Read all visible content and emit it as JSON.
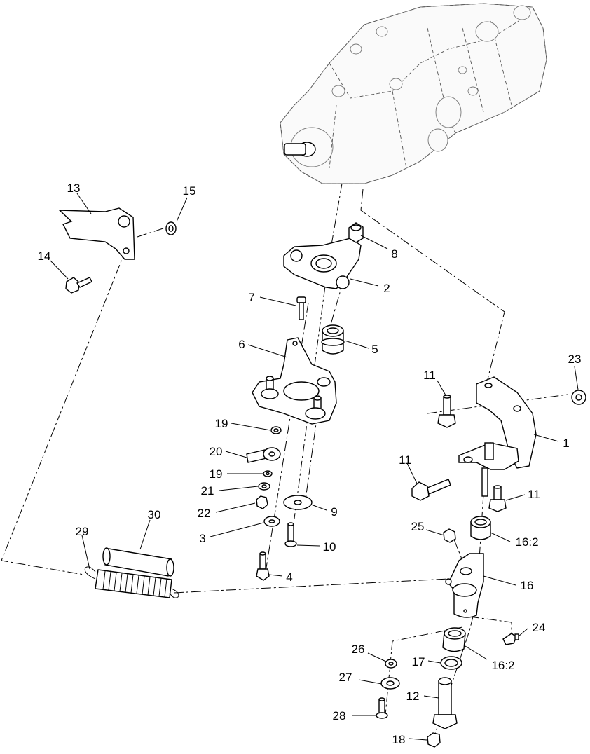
{
  "callouts": [
    {
      "id": "c13",
      "label": "13"
    },
    {
      "id": "c15",
      "label": "15"
    },
    {
      "id": "c14",
      "label": "14"
    },
    {
      "id": "c8",
      "label": "8"
    },
    {
      "id": "c2",
      "label": "2"
    },
    {
      "id": "c7",
      "label": "7"
    },
    {
      "id": "c6",
      "label": "6"
    },
    {
      "id": "c5",
      "label": "5"
    },
    {
      "id": "c11a",
      "label": "11"
    },
    {
      "id": "c23",
      "label": "23"
    },
    {
      "id": "c1",
      "label": "1"
    },
    {
      "id": "c19a",
      "label": "19"
    },
    {
      "id": "c20",
      "label": "20"
    },
    {
      "id": "c19b",
      "label": "19"
    },
    {
      "id": "c21",
      "label": "21"
    },
    {
      "id": "c22",
      "label": "22"
    },
    {
      "id": "c9",
      "label": "9"
    },
    {
      "id": "c11b",
      "label": "11"
    },
    {
      "id": "c11c",
      "label": "11"
    },
    {
      "id": "c30",
      "label": "30"
    },
    {
      "id": "c29",
      "label": "29"
    },
    {
      "id": "c3",
      "label": "3"
    },
    {
      "id": "c25",
      "label": "25"
    },
    {
      "id": "c16b",
      "label": "16:2"
    },
    {
      "id": "c10",
      "label": "10"
    },
    {
      "id": "c4",
      "label": "4"
    },
    {
      "id": "c16",
      "label": "16"
    },
    {
      "id": "c24",
      "label": "24"
    },
    {
      "id": "c26",
      "label": "26"
    },
    {
      "id": "c17",
      "label": "17"
    },
    {
      "id": "c16c",
      "label": "16:2"
    },
    {
      "id": "c27",
      "label": "27"
    },
    {
      "id": "c12",
      "label": "12"
    },
    {
      "id": "c28",
      "label": "28"
    },
    {
      "id": "c18",
      "label": "18"
    }
  ]
}
